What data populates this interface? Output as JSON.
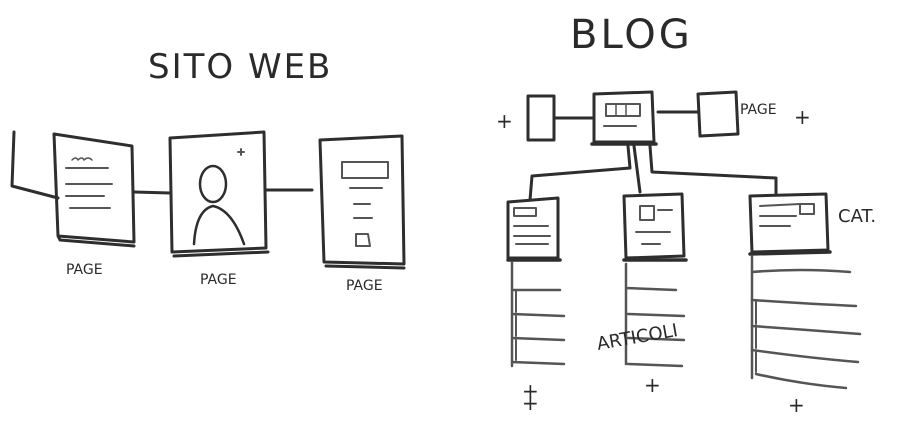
{
  "sections": {
    "website": {
      "title": "SITO WEB",
      "page_labels": [
        "PAGE",
        "PAGE",
        "PAGE"
      ]
    },
    "blog": {
      "title": "BLOG",
      "nav_page_label": "PAGE",
      "category_label": "CAT.",
      "article_label": "ARTICOLI",
      "plus_symbol": "+"
    }
  }
}
